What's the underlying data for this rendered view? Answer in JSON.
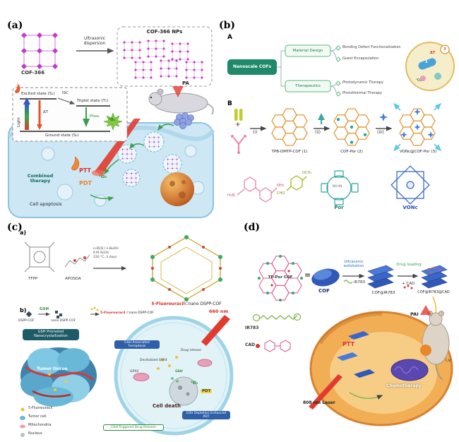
{
  "panels": {
    "a": {
      "label": "(a)",
      "cof": "COF-366",
      "dispersion": "Ultrasonic dispersion",
      "nps": "COF-366 NPs",
      "excited": "Excited state (S₁)",
      "isc": "ISC",
      "triplet": "Triplet state (T₁)",
      "light": "Light",
      "dt": "ΔT",
      "phos": "Phos.",
      "o2_star": "¹O₂",
      "ground": "Ground state (S₀)",
      "pa": "PA",
      "ptt": "PTT",
      "o2": "¹O₂",
      "pdt": "PDT",
      "combined": "Combined therapy",
      "apoptosis": "Cell apoptosis"
    },
    "b": {
      "label": "(b)",
      "sub_a": "A",
      "sub_b": "B",
      "root": "Nanoscale COFs",
      "branch_material": "Material Design",
      "branch_thera": "Therapeutics",
      "leaf_bonding": "Bonding Defect Functionalization",
      "leaf_guest": "Guest Encapsulation",
      "leaf_pdt": "Photodynamic Therapy",
      "leaf_ptt": "Photothermal Therapy",
      "inset_pill": "3",
      "inset_badge": "3",
      "inset_dt": "ΔT",
      "inset_o2": "¹O₂",
      "plus": "+",
      "step_i": "(i)",
      "step_ii": "(ii)",
      "step_iii": "(iii)",
      "cof1": "TPB-DMTP-COF (1)",
      "cof2": "COF-Por (2)",
      "cof3": "VONc@COF-Por (3)",
      "h2n": "H₂N",
      "nh2": "NH₂",
      "och3": "OCH₃",
      "cho": "CHO",
      "nh": "NH HN",
      "por": "Por",
      "vonc": "VONc"
    },
    "c": {
      "label": "(c)",
      "sub_a": "a)",
      "sub_b": "b)",
      "tfpp": "TFPP",
      "apbda": "APOSDA",
      "conditions": "o-DCB / n-BuOH\n6 M AcOH\n120 °C, 3 days",
      "product_red": "5-Fluorouracil",
      "product_black": "⊂nano DSPP-COF",
      "dspp": "DSPP-COF",
      "gsh": "GSH",
      "nano_dspp": "nano DSPP-COF",
      "fu_red": "5-Fluorouracil",
      "fu_black": "⊂nano DSPP-COF",
      "promoted": "GSH Promoted Nanocrystallization",
      "tumor_tissue": "Tumor tissue",
      "laser": "660 nm",
      "ferroptosis": "GSH Associated Ferroptosis",
      "devitalized": "Devitalized GPX4",
      "gpx4": "GPX4",
      "drug_release": "Drug release",
      "gsh2": "GSH",
      "o2": "¹O₂",
      "pdt": "PDT",
      "cell_death": "Cell death",
      "depletion": "GSH Depletion Enhanced PDT",
      "triggered": "GSH-Triggered Drug Release",
      "legend": {
        "fu": "5-Fluorouracil",
        "tumor": "Tumor cell",
        "mito": "Mitochondria",
        "nucleus": "Nucleus"
      }
    },
    "d": {
      "label": "(d)",
      "tp_por": "TP-Por COF",
      "equals": "=",
      "cof": "COF",
      "exfoliation": "Ultrasonic exfoliation",
      "ir783_add": "IR783",
      "drug_loading": "Drug loading",
      "cad_add": "+ CAD",
      "cof_ir": "COF@IR783",
      "cof_ir_cad": "COF@IR783@CAD",
      "ir783": "IR783",
      "cad": "CAD",
      "ptt": "PTT",
      "laser": "808 nm Laser",
      "chemo": "Chemotherapy",
      "pai": "PAI",
      "iv": "i.v."
    }
  }
}
